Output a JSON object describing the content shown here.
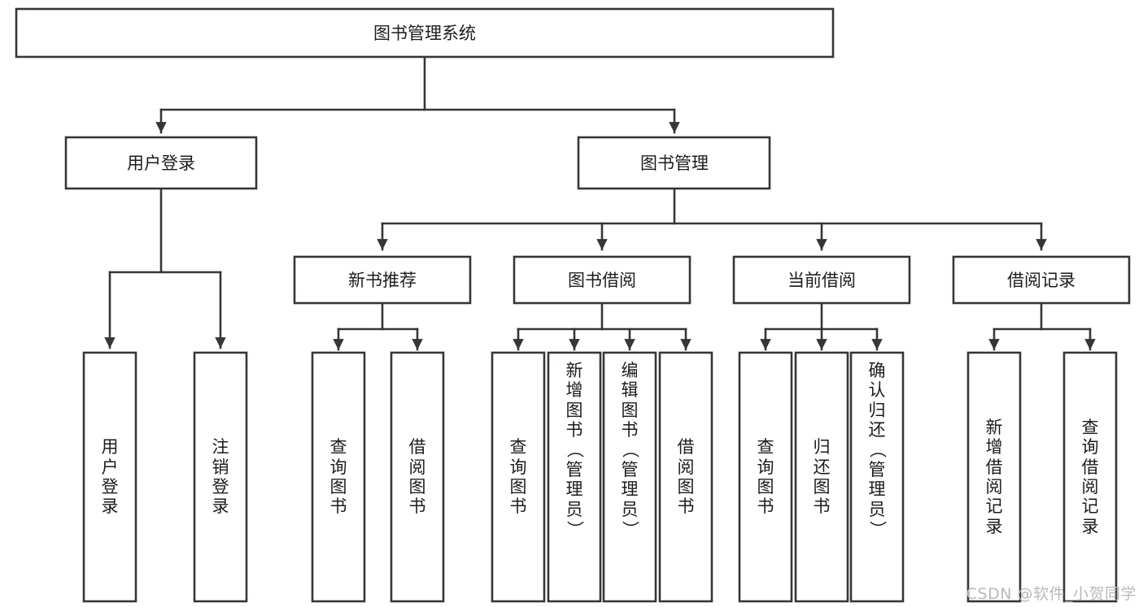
{
  "diagram": {
    "type": "hierarchy-tree",
    "title": "图书管理系统",
    "watermark": "CSDN @软件_小贺同学",
    "colors": {
      "stroke": "#33373b",
      "fill": "#ffffff",
      "text": "#1c1c1c",
      "watermark": "#b9b9b9",
      "background": "#ffffff"
    },
    "nodes": {
      "root": {
        "label": "图书管理系统"
      },
      "level2": [
        {
          "id": "user-login",
          "label": "用户登录"
        },
        {
          "id": "book-manage",
          "label": "图书管理"
        }
      ],
      "level3": [
        {
          "id": "new-book-recommend",
          "label": "新书推荐"
        },
        {
          "id": "book-borrow",
          "label": "图书借阅"
        },
        {
          "id": "current-borrow",
          "label": "当前借阅"
        },
        {
          "id": "borrow-record",
          "label": "借阅记录"
        }
      ],
      "leaves": [
        {
          "id": "leaf-user-login",
          "label": "用户登录",
          "parent": "user-login"
        },
        {
          "id": "leaf-logout",
          "label": "注销登录",
          "parent": "user-login"
        },
        {
          "id": "leaf-query-book-1",
          "label": "查询图书",
          "parent": "new-book-recommend"
        },
        {
          "id": "leaf-borrow-book-1",
          "label": "借阅图书",
          "parent": "new-book-recommend"
        },
        {
          "id": "leaf-query-book-2",
          "label": "查询图书",
          "parent": "book-borrow"
        },
        {
          "id": "leaf-add-book",
          "label": "新增图书（管理员）",
          "parent": "book-borrow"
        },
        {
          "id": "leaf-edit-book",
          "label": "编辑图书（管理员）",
          "parent": "book-borrow"
        },
        {
          "id": "leaf-borrow-book-2",
          "label": "借阅图书",
          "parent": "book-borrow"
        },
        {
          "id": "leaf-query-book-3",
          "label": "查询图书",
          "parent": "current-borrow"
        },
        {
          "id": "leaf-return-book",
          "label": "归还图书",
          "parent": "current-borrow"
        },
        {
          "id": "leaf-confirm-return",
          "label": "确认归还（管理员）",
          "parent": "current-borrow"
        },
        {
          "id": "leaf-add-record",
          "label": "新增借阅记录",
          "parent": "borrow-record"
        },
        {
          "id": "leaf-query-record",
          "label": "查询借阅记录",
          "parent": "borrow-record"
        }
      ]
    }
  }
}
